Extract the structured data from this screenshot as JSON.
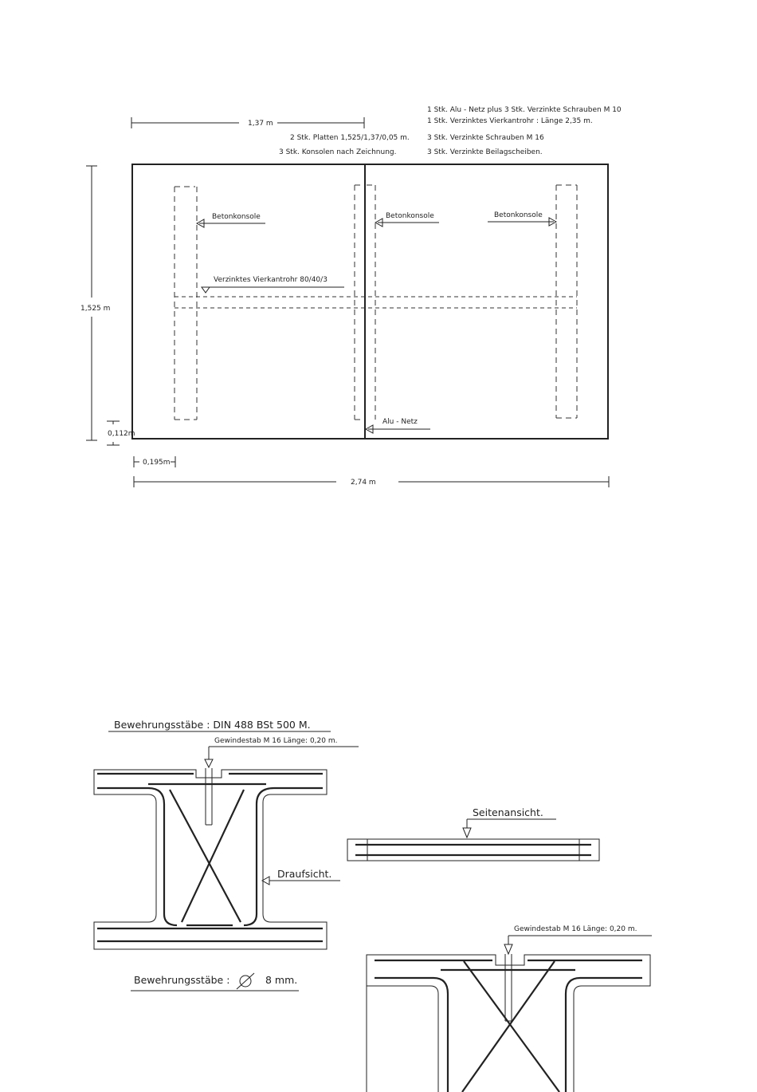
{
  "top_drawing": {
    "dim_width_top": "1,37 m",
    "note_plates": "2 Stk. Platten 1,525/1,37/0,05 m.",
    "note_consoles": "3 Stk. Konsolen nach Zeichnung.",
    "parts_list": [
      "1 Stk. Alu - Netz plus 3 Stk. Verzinkte Schrauben M 10",
      "1 Stk. Verzinktes Vierkantrohr : Länge 2,35 m.",
      "3 Stk. Verzinkte Schrauben M 16",
      "3 Stk. Verzinkte Beilagscheiben."
    ],
    "label_console_1": "Betonkonsole",
    "label_console_2": "Betonkonsole",
    "label_console_3": "Betonkonsole",
    "label_tube": "Verzinktes Vierkantrohr 80/40/3",
    "label_net": "Alu - Netz",
    "dim_height": "1,525 m",
    "dim_small_height": "0,112m",
    "dim_small_width": "0,195m",
    "dim_total_width": "2,74 m"
  },
  "bottom_drawing": {
    "title_rebar_spec": "Bewehrungsstäbe : DIN 488 BSt 500 M.",
    "label_threaded_rod_1": "Gewindestab M 16 Länge: 0,20 m.",
    "label_side_view": "Seitenansicht.",
    "label_top_view": "Draufsicht.",
    "label_threaded_rod_2": "Gewindestab M 16 Länge: 0,20 m.",
    "rebar_diameter_prefix": "Bewehrungsstäbe :",
    "rebar_diameter_value": "8 mm."
  }
}
